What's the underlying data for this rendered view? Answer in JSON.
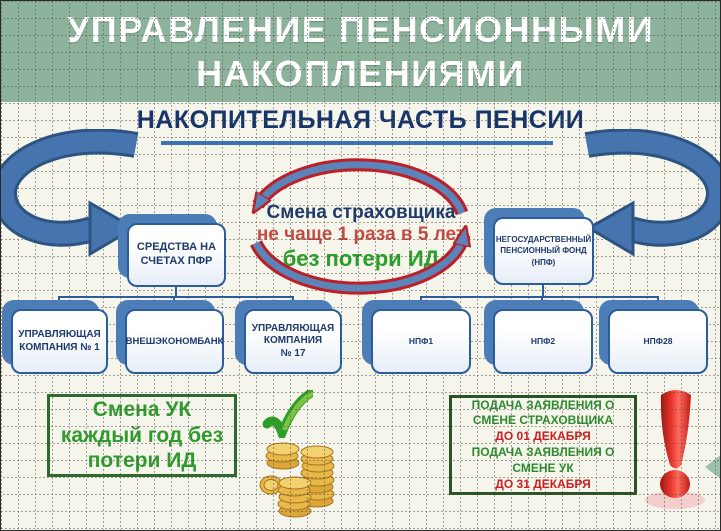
{
  "header": {
    "title_line1": "УПРАВЛЕНИЕ ПЕНСИОННЫМИ",
    "title_line2": "НАКОПЛЕНИЯМИ"
  },
  "subtitle": {
    "text": "НАКОПИТЕЛЬНАЯ ЧАСТЬ ПЕНСИИ"
  },
  "cycle": {
    "line1": "Смена страховщика",
    "line2": "не чаще 1 раза в 5 лет",
    "line3": "без потери ИД"
  },
  "nodes": {
    "pfr": {
      "label": "СРЕДСТВА НА\nСЧЕТАХ ПФР"
    },
    "uk1": {
      "label": "УПРАВЛЯЮЩАЯ\nКОМПАНИЯ № 1"
    },
    "veb": {
      "label": "ВНЕШЭКОНОМБАНК"
    },
    "uk17": {
      "label": "УПРАВЛЯЮЩАЯ\nКОМПАНИЯ\n№ 17"
    },
    "npf": {
      "label": "НЕГОСУДАРСТВЕННЫЙ\nПЕНСИОННЫЙ ФОНД\n(НПФ)"
    },
    "npf1": {
      "label": "НПФ1"
    },
    "npf2": {
      "label": "НПФ2"
    },
    "npf28": {
      "label": "НПФ28"
    }
  },
  "notes": {
    "uk_change": {
      "text": "Смена УК\nкаждый год без\nпотери ИД"
    },
    "deadline": {
      "line1": "ПОДАЧА ЗАЯВЛЕНИЯ О",
      "line2": "СМЕНЕ СТРАХОВЩИКА",
      "line3": "ДО 01 ДЕКАБРЯ",
      "line4": "ПОДАЧА ЗАЯВЛЕНИЯ О",
      "line5": "СМЕНЕ УК",
      "line6": "ДО 31 ДЕКАБРЯ"
    }
  },
  "colors": {
    "header_bg": "#8db39d",
    "body_bg": "#f6f5ec",
    "navy_text": "#1d3a6b",
    "box_border_blue": "#2c5d9b",
    "box_shadow_blue": "#4c7db6",
    "arrow_blue": "#4674ae",
    "cycle_arc_red": "#bd1e28",
    "cycle_red_text": "#c24b42",
    "green_text": "#2aa02a",
    "deadline_red_text": "#cc1f1f",
    "coin_gold": "#e8b848",
    "exclamation_red": "#d8241e"
  }
}
